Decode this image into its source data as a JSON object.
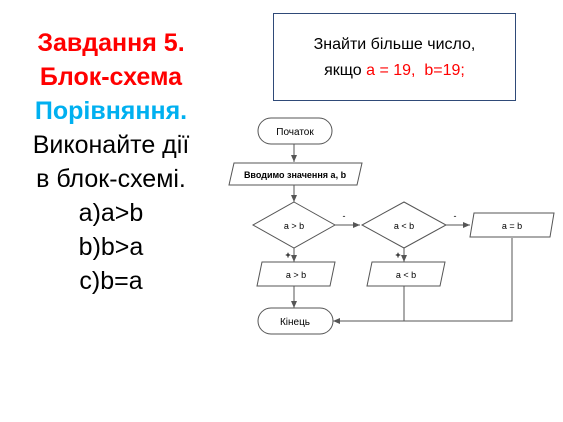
{
  "left": {
    "line1": "Завдання 5.",
    "line2": "Блок-схема",
    "line3": "Порівняння.",
    "line4": "Виконайте дії",
    "line5": "в блок-схемі.",
    "line6": "а)a>b",
    "line7": "b)b>a",
    "line8": "c)b=a"
  },
  "task": {
    "line1": "Знайти більше число,",
    "line2_prefix": "якщо ",
    "a_expr": "a = 19,",
    "b_expr": "b=19;"
  },
  "flow": {
    "start": "Початок",
    "input": "Вводимо значення a, b",
    "cond1": "a > b",
    "cond2": "a < b",
    "out_eq": "a = b",
    "out1": "a > b",
    "out2": "a < b",
    "end": "Кінець",
    "plus1": "+",
    "plus2": "+",
    "minus1": "-",
    "minus2": "-"
  }
}
